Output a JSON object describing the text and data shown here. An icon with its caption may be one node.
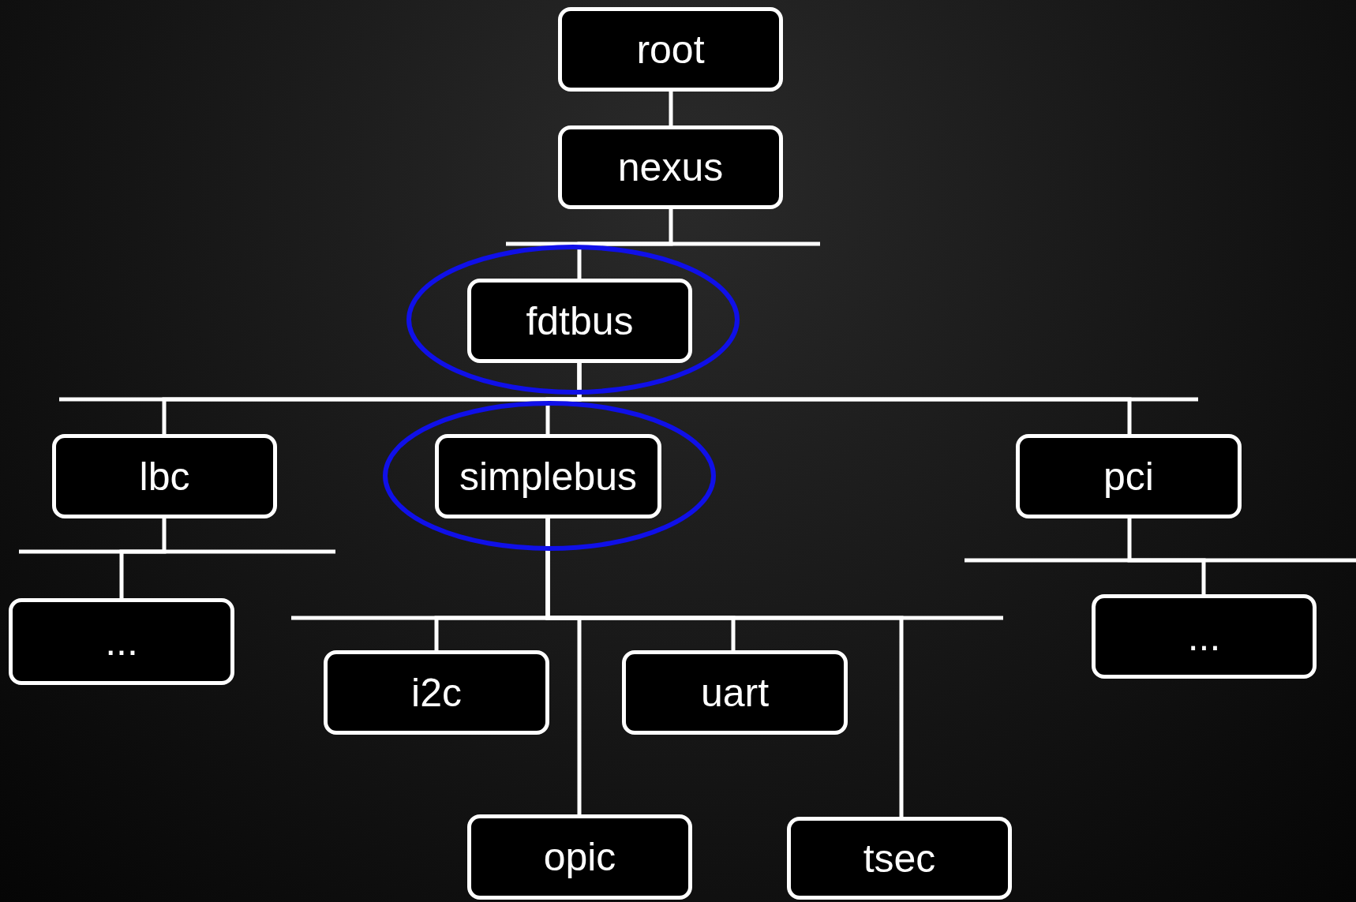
{
  "diagram": {
    "nodes": [
      {
        "text": [
          "root"
        ]
      },
      {
        "text": [
          "nexus"
        ]
      },
      {
        "text": [
          "fdtbus"
        ]
      },
      {
        "text": [
          "lbc"
        ]
      },
      {
        "text": [
          "simplebus"
        ]
      },
      {
        "text": [
          "pci"
        ]
      },
      {
        "text": [
          "..."
        ]
      },
      {
        "text": [
          "..."
        ]
      },
      {
        "text": [
          "i2c"
        ]
      },
      {
        "text": [
          "uart"
        ]
      },
      {
        "text": [
          "opic"
        ]
      },
      {
        "text": [
          "tsec"
        ]
      }
    ],
    "edges": [
      {
        "from": 0,
        "to": 1,
        "arrow": "none"
      },
      {
        "from": 1,
        "to": 2,
        "arrow": "none"
      },
      {
        "from": 2,
        "to": 3,
        "arrow": "none"
      },
      {
        "from": 2,
        "to": 4,
        "arrow": "none"
      },
      {
        "from": 2,
        "to": 5,
        "arrow": "none"
      },
      {
        "from": 3,
        "to": 6,
        "arrow": "none"
      },
      {
        "from": 5,
        "to": 7,
        "arrow": "none"
      },
      {
        "from": 4,
        "to": 8,
        "arrow": "none"
      },
      {
        "from": 4,
        "to": 9,
        "arrow": "none"
      },
      {
        "from": 4,
        "to": 10,
        "arrow": "none"
      },
      {
        "from": 4,
        "to": 11,
        "arrow": "none"
      }
    ]
  }
}
